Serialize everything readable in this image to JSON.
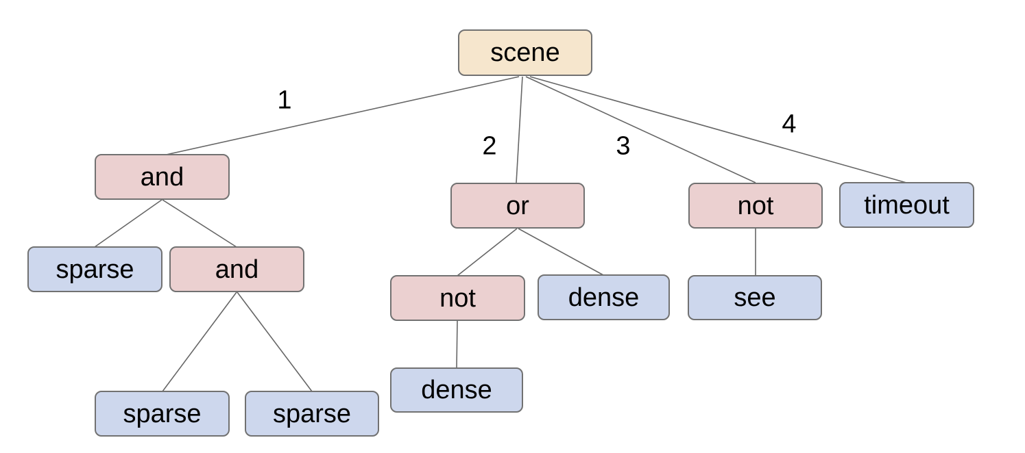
{
  "diagram": {
    "type": "tree",
    "background": "#ffffff",
    "colors": {
      "root_fill": "#f6e6cd",
      "operator_fill": "#ebd0d0",
      "leaf_fill": "#cdd7ed",
      "node_border": "#717171",
      "edge_line": "#666666",
      "text": "#000000"
    },
    "nodes": [
      {
        "id": "scene",
        "label": "scene",
        "role": "root"
      },
      {
        "id": "and-1",
        "label": "and",
        "role": "operator"
      },
      {
        "id": "or",
        "label": "or",
        "role": "operator"
      },
      {
        "id": "not-1",
        "label": "not",
        "role": "operator"
      },
      {
        "id": "timeout",
        "label": "timeout",
        "role": "leaf"
      },
      {
        "id": "sparse-1",
        "label": "sparse",
        "role": "leaf"
      },
      {
        "id": "and-2",
        "label": "and",
        "role": "operator"
      },
      {
        "id": "not-2",
        "label": "not",
        "role": "operator"
      },
      {
        "id": "dense-1",
        "label": "dense",
        "role": "leaf"
      },
      {
        "id": "see",
        "label": "see",
        "role": "leaf"
      },
      {
        "id": "sparse-2",
        "label": "sparse",
        "role": "leaf"
      },
      {
        "id": "sparse-3",
        "label": "sparse",
        "role": "leaf"
      },
      {
        "id": "dense-2",
        "label": "dense",
        "role": "leaf"
      }
    ],
    "edges": [
      {
        "from": "scene",
        "to": "and-1",
        "label": "1"
      },
      {
        "from": "scene",
        "to": "or",
        "label": "2"
      },
      {
        "from": "scene",
        "to": "not-1",
        "label": "3"
      },
      {
        "from": "scene",
        "to": "timeout",
        "label": "4"
      },
      {
        "from": "and-1",
        "to": "sparse-1",
        "label": ""
      },
      {
        "from": "and-1",
        "to": "and-2",
        "label": ""
      },
      {
        "from": "and-2",
        "to": "sparse-2",
        "label": ""
      },
      {
        "from": "and-2",
        "to": "sparse-3",
        "label": ""
      },
      {
        "from": "or",
        "to": "not-2",
        "label": ""
      },
      {
        "from": "or",
        "to": "dense-1",
        "label": ""
      },
      {
        "from": "not-2",
        "to": "dense-2",
        "label": ""
      },
      {
        "from": "not-1",
        "to": "see",
        "label": ""
      }
    ]
  }
}
